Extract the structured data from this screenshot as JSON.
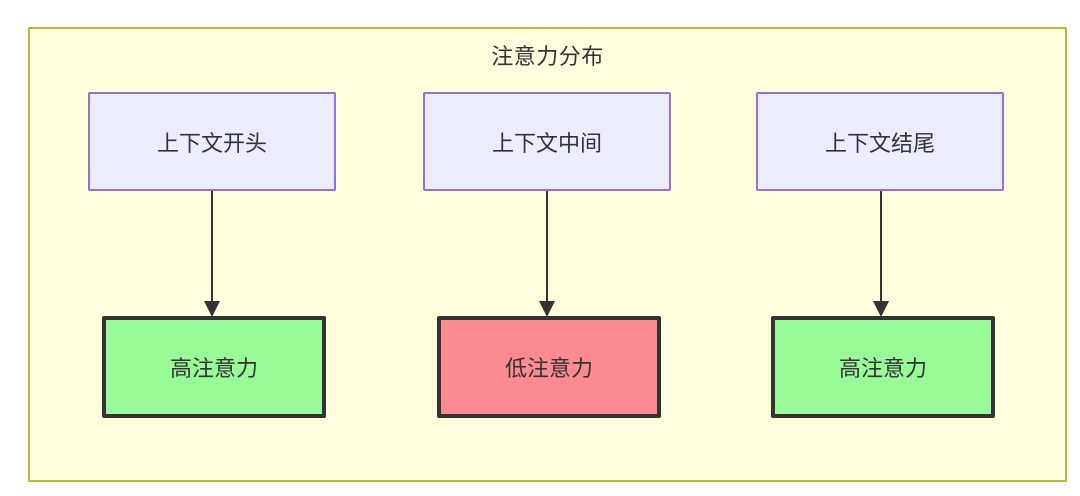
{
  "diagram": {
    "title": "注意力分布",
    "type": "flowchart",
    "colors": {
      "cluster_fill": "#ffffde",
      "cluster_stroke": "#bfb73c",
      "context_fill": "#ececff",
      "context_stroke": "#9370db",
      "high_attention_fill": "#98fb98",
      "low_attention_fill": "#fb8b91",
      "node_stroke": "#333333",
      "text": "#333333",
      "arrow": "#333333"
    },
    "top_nodes": [
      {
        "id": "context-start",
        "label": "上下文开头"
      },
      {
        "id": "context-middle",
        "label": "上下文中间"
      },
      {
        "id": "context-end",
        "label": "上下文结尾"
      }
    ],
    "bottom_nodes": [
      {
        "id": "attention-high-start",
        "label": "高注意力",
        "level": "high"
      },
      {
        "id": "attention-low-middle",
        "label": "低注意力",
        "level": "low"
      },
      {
        "id": "attention-high-end",
        "label": "高注意力",
        "level": "high"
      }
    ],
    "edges": [
      {
        "from": "context-start",
        "to": "attention-high-start",
        "label": ""
      },
      {
        "from": "context-middle",
        "to": "attention-low-middle",
        "label": ""
      },
      {
        "from": "context-end",
        "to": "attention-high-end",
        "label": ""
      }
    ]
  }
}
